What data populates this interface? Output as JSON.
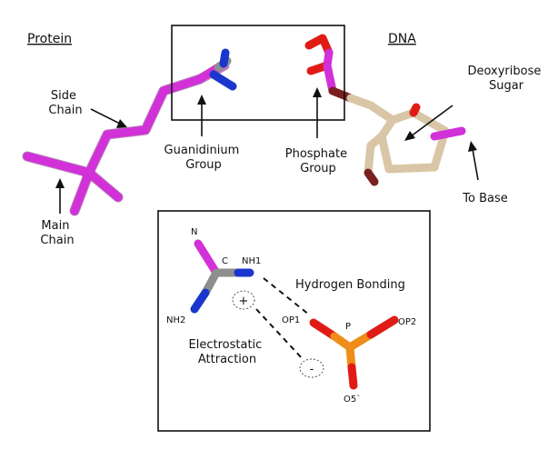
{
  "headers": {
    "protein": "Protein",
    "dna": "DNA"
  },
  "labels": {
    "side_chain": [
      "Side",
      "Chain"
    ],
    "main_chain": [
      "Main",
      "Chain"
    ],
    "guanidinium_group": [
      "Guanidinium",
      "Group"
    ],
    "phosphate_group": [
      "Phosphate",
      "Group"
    ],
    "deoxyribose_sugar": [
      "Deoxyribose",
      "Sugar"
    ],
    "to_base": "To Base"
  },
  "inset": {
    "atoms": {
      "n": "N",
      "c": "C",
      "nh1": "NH1",
      "nh2": "NH2",
      "p": "P",
      "op1": "OP1",
      "op2": "OP2",
      "o5": "O5`"
    },
    "charges": {
      "positive": "+",
      "negative": "-"
    },
    "hydrogen_bonding": "Hydrogen Bonding",
    "electrostatic_attraction": [
      "Electrostatic",
      "Attraction"
    ]
  },
  "colors": {
    "protein_stick": "#d230d8",
    "nitrogen": "#1a36cc",
    "carbon_grey": "#8e8e8e",
    "oxygen": "#e01b16",
    "phosphorus": "#f08c18",
    "sugar": "#d9c6a6",
    "dark_bond": "#7a2020"
  }
}
